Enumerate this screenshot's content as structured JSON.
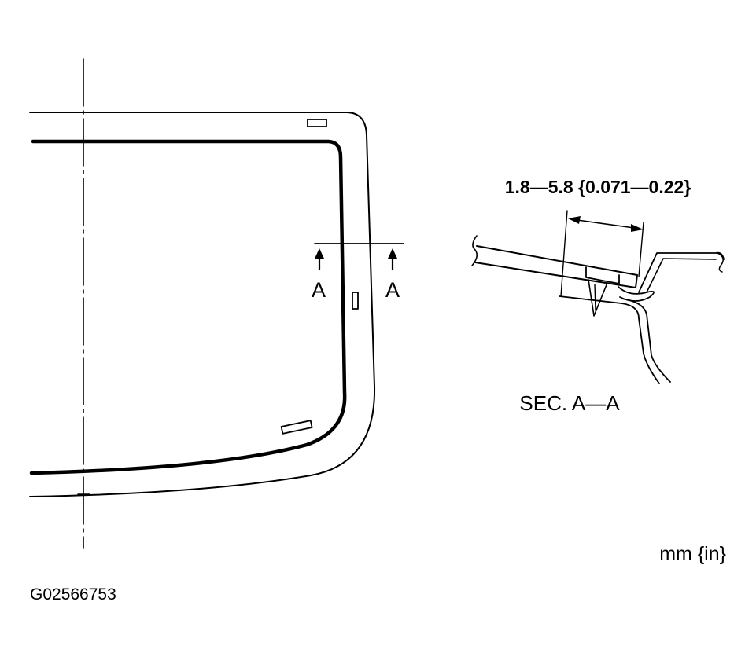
{
  "diagram": {
    "dimension_label": "1.8—5.8 {0.071—0.22}",
    "section_marker_left": "A",
    "section_marker_right": "A",
    "section_title": "SEC. A—A",
    "units_label": "mm {in}",
    "figure_id": "G02566753"
  }
}
